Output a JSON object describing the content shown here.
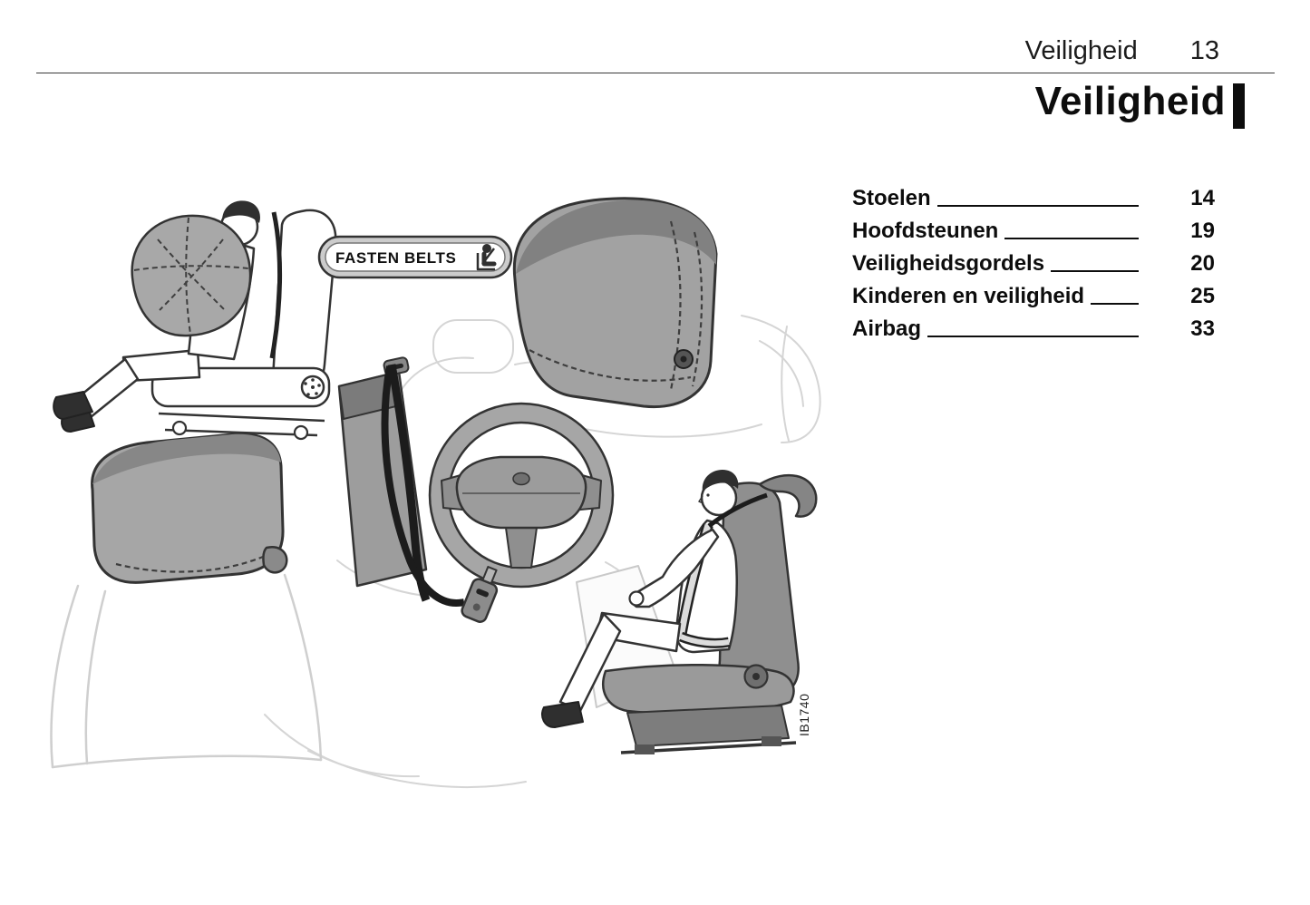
{
  "header": {
    "section": "Veiligheid",
    "page_number": "13"
  },
  "title": "Veiligheid",
  "toc": {
    "items": [
      {
        "label": "Stoelen",
        "page": "14"
      },
      {
        "label": "Hoofdsteunen",
        "page": "19"
      },
      {
        "label": "Veiligheidsgordels",
        "page": "20"
      },
      {
        "label": "Kinderen en veiligheid",
        "page": "25"
      },
      {
        "label": "Airbag",
        "page": "33"
      }
    ]
  },
  "figure": {
    "fasten_belts_label": "FASTEN BELTS",
    "figure_code": "IB1740"
  },
  "palette": {
    "paper": "#ffffff",
    "ink": "#111111",
    "line": "#333333",
    "gray-light": "#d5d5d5",
    "gray-mid": "#a2a2a2",
    "gray-dark": "#777777"
  }
}
